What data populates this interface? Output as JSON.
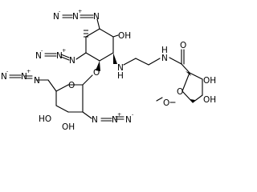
{
  "molecule": {
    "labels": {
      "azide_top": "N",
      "azide_top_plus": "+",
      "azide_top_minus": "-",
      "azide_left": "N",
      "azide_left_plus": "+",
      "azide_left_minus": "-",
      "azide_sugar": "N",
      "azide_sugar_plus": "+",
      "azide_sugar_minus": "-",
      "azide_far_left": "N",
      "azide_far_left_plus": "+",
      "azide_far_left_minus": "-",
      "oh_top": "OH",
      "ring_oxygen_sugar": "O",
      "ether_oxygen": "O",
      "amine": "N",
      "amine_h": "H",
      "amide_nitrogen": "N",
      "amide_h": "H",
      "carbonyl_oxygen": "O",
      "ring_oxygen_furanose": "O",
      "oh_furanose_top": "OH",
      "oh_furanose_bottom": "OH",
      "methoxy_oxygen": "O",
      "ho_sugar_left": "HO",
      "oh_sugar_bottom": "OH"
    }
  }
}
